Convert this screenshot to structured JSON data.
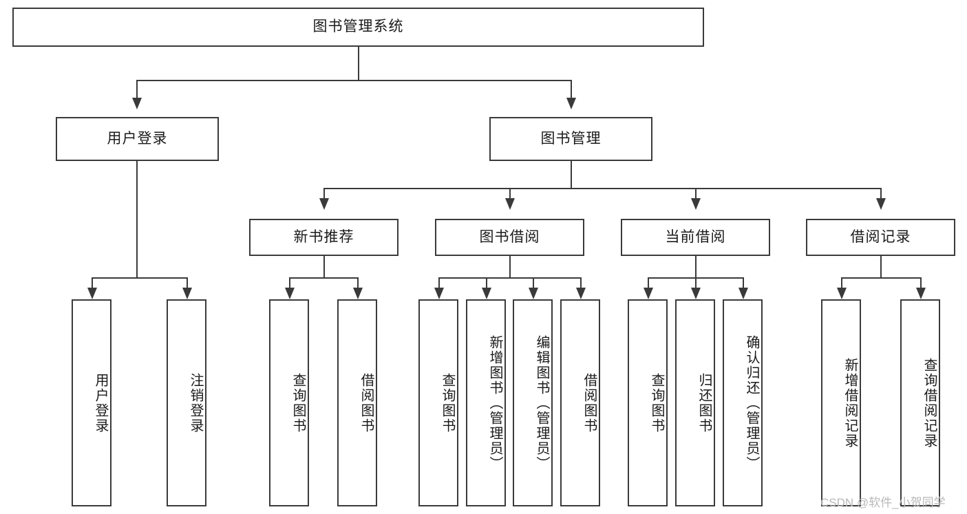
{
  "diagram": {
    "title": "图书管理系统",
    "type": "tree-hierarchy-diagram",
    "root": {
      "label": "图书管理系统"
    },
    "level2": [
      {
        "label": "用户登录"
      },
      {
        "label": "图书管理"
      }
    ],
    "level3": [
      {
        "label": "新书推荐"
      },
      {
        "label": "图书借阅"
      },
      {
        "label": "当前借阅"
      },
      {
        "label": "借阅记录"
      }
    ],
    "leaves": {
      "user_login": [
        {
          "label": "用户登录"
        },
        {
          "label": "注销登录"
        }
      ],
      "new_book_recommend": [
        {
          "label": "查询图书"
        },
        {
          "label": "借阅图书"
        }
      ],
      "book_borrow": [
        {
          "label": "查询图书"
        },
        {
          "label": "新增图书（管理员）"
        },
        {
          "label": "编辑图书（管理员）"
        },
        {
          "label": "借阅图书"
        }
      ],
      "current_borrow": [
        {
          "label": "查询图书"
        },
        {
          "label": "归还图书"
        },
        {
          "label": "确认归还（管理员）"
        }
      ],
      "borrow_record": [
        {
          "label": "新增借阅记录"
        },
        {
          "label": "查询借阅记录"
        }
      ]
    }
  },
  "watermark": {
    "text": "CSDN @软件_小贺同学"
  },
  "colors": {
    "stroke": "#3a3a3a",
    "text": "#1a1a1a",
    "background": "#ffffff",
    "watermark": "#b8b8b8"
  }
}
